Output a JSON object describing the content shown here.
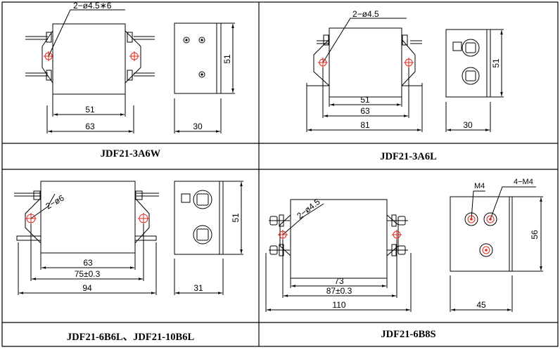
{
  "panels": [
    {
      "caption": "JDF21-3A6W",
      "hole_note": "2−ø4.5∗6",
      "dims": {
        "inner_width": "51",
        "outer_width": "63",
        "height": "51",
        "depth": "30"
      }
    },
    {
      "caption": "JDF21-3A6L",
      "hole_note": "2−ø4.5",
      "dims": {
        "inner_width": "51",
        "mid_width": "63",
        "outer_width": "81",
        "height": "51",
        "depth": "30"
      }
    },
    {
      "caption": "JDF21-6B6L、JDF21-10B6L",
      "hole_note": "2−ø6",
      "dims": {
        "inner_width": "63",
        "mid_width": "75±0.3",
        "outer_width": "94",
        "height": "51",
        "depth": "31"
      }
    },
    {
      "caption": "JDF21-6B8S",
      "hole_note": "2−ø4.5",
      "dims": {
        "inner_width": "73",
        "mid_width": "87±0.3",
        "outer_width": "110",
        "height": "56",
        "depth": "45",
        "thread_single": "M4",
        "thread_multi": "4−M4"
      }
    }
  ],
  "colors": {
    "line": "#000000",
    "hole": "#e0281e",
    "dim": "#333333"
  }
}
